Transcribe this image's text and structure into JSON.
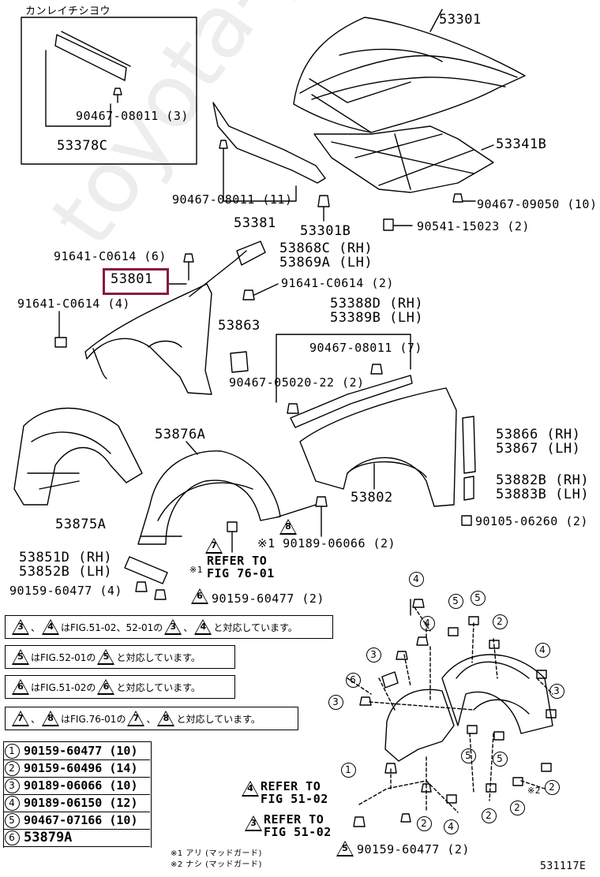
{
  "inset": {
    "title": "カンレイチシヨウ",
    "clip_part": "90467-08011 (3)",
    "part": "53378C"
  },
  "labels": {
    "p53301": "53301",
    "p53341b": "53341B",
    "p90467_09050": "90467-09050 (10)",
    "p90541": "90541-15023 (2)",
    "p90467_08011_11": "90467-08011 (11)",
    "p53381": "53381",
    "p53301b": "53301B",
    "p91641_6": "91641-C0614 (6)",
    "p53868c": "53868C (RH)",
    "p53869a": "53869A (LH)",
    "p53801": "53801",
    "p91641_2": "91641-C0614 (2)",
    "p91641_4": "91641-C0614 (4)",
    "p53388d": "53388D (RH)",
    "p53389b": "53389B (LH)",
    "p53863": "53863",
    "p90467_08011_7": "90467-08011 (7)",
    "p90467_05020": "90467-05020-22 (2)",
    "p53876a": "53876A",
    "p53866": "53866 (RH)",
    "p53867": "53867 (LH)",
    "p53875a": "53875A",
    "p53802": "53802",
    "p53882b": "53882B (RH)",
    "p53883b": "53883B (LH)",
    "p90105": "90105-06260 (2)",
    "p90189": "※1 90189-06066 (2)",
    "ref7a": "REFER TO",
    "ref7b": "FIG 76-01",
    "ref7star": "※1",
    "p53851d": "53851D (RH)",
    "p53852b": "53852B (LH)",
    "p90159_4": "90159-60477 (4)",
    "p90159_2": "90159-60477 (2)",
    "ref4a": "REFER TO",
    "ref4b": "FIG 51-02",
    "ref3a": "REFER TO",
    "ref3b": "FIG 51-02",
    "p90159_5": "90159-60477 (2)",
    "star2": "※2",
    "footnote1": "※1 アリ (マッドガード)",
    "footnote2": "※2 ナシ (マッドガード)",
    "figcode": "531117E",
    "watermark": "toyota-parts.ru"
  },
  "notes": [
    {
      "pre": "",
      "t1": "3",
      "mid1": "、",
      "t2": "4",
      "text": "はFIG.51-02、52-01の",
      "t3": "3",
      "mid2": "、",
      "t4": "4",
      "post": "と対応しています。"
    },
    {
      "t1": "5",
      "text": "はFIG.52-01の",
      "t2": "5",
      "post": "と対応しています。"
    },
    {
      "t1": "6",
      "text": "はFIG.51-02の",
      "t2": "6",
      "post": "と対応しています。"
    },
    {
      "t1": "7",
      "mid1": "、",
      "t2": "8",
      "text": "はFIG.76-01の",
      "t3": "7",
      "mid2": "、",
      "t4": "8",
      "post": "と対応しています。"
    }
  ],
  "legend": [
    {
      "num": "1",
      "part": "90159-60477 (10)"
    },
    {
      "num": "2",
      "part": "90159-60496 (14)"
    },
    {
      "num": "3",
      "part": "90189-06066 (10)"
    },
    {
      "num": "4",
      "part": "90189-06150 (12)"
    },
    {
      "num": "5",
      "part": "90467-07166 (10)"
    },
    {
      "num": "6",
      "part": "53879A"
    }
  ],
  "callouts": {
    "tri7": "7",
    "tri8": "8",
    "tri6": "6",
    "tri4": "4",
    "tri3": "3",
    "tri5": "5",
    "c1": "1",
    "c2": "2",
    "c3": "3",
    "c4": "4",
    "c5": "5",
    "c6": "6"
  },
  "colors": {
    "highlight": "#8b1a3a",
    "ink": "#000000"
  }
}
